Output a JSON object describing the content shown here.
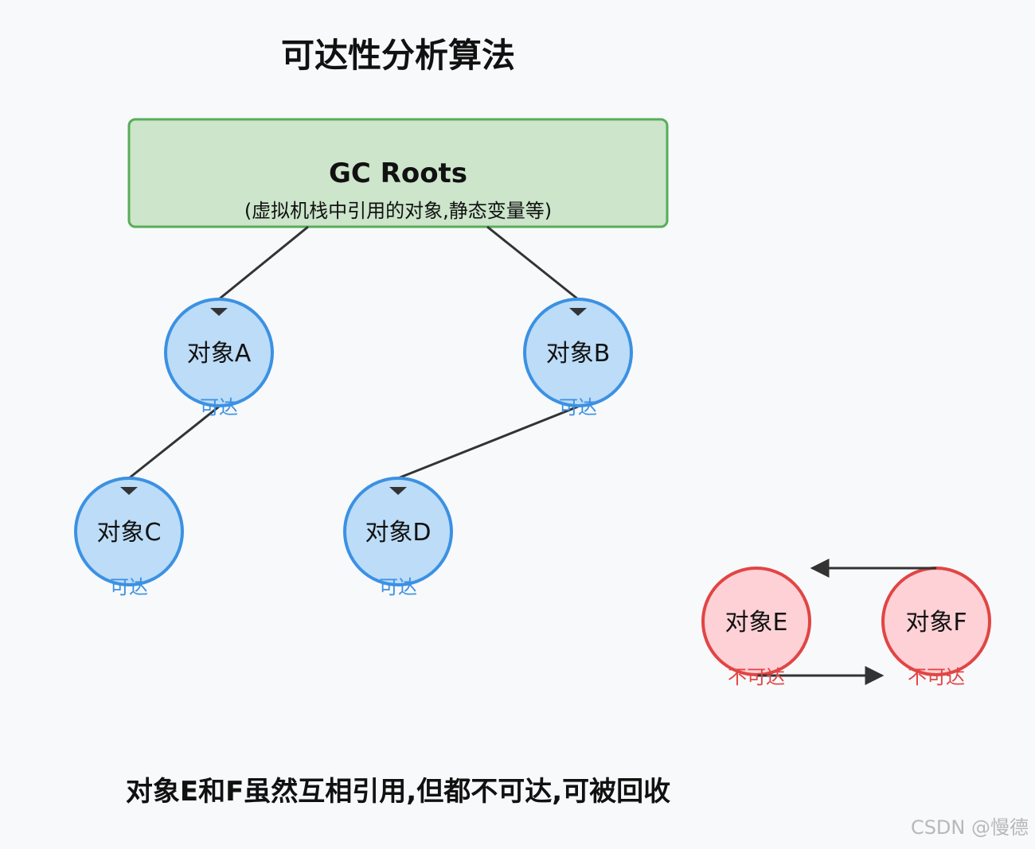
{
  "title": "可达性分析算法",
  "gc_roots": {
    "title": "GC Roots",
    "subtitle": "(虚拟机栈中引用的对象,静态变量等)"
  },
  "reachable_status": "可达",
  "unreachable_status": "不可达",
  "objects": {
    "a": {
      "label": "对象A",
      "status": "可达"
    },
    "b": {
      "label": "对象B",
      "status": "可达"
    },
    "c": {
      "label": "对象C",
      "status": "可达"
    },
    "d": {
      "label": "对象D",
      "status": "可达"
    },
    "e": {
      "label": "对象E",
      "status": "不可达"
    },
    "f": {
      "label": "对象F",
      "status": "不可达"
    }
  },
  "edges": [
    {
      "from": "GC Roots",
      "to": "对象A"
    },
    {
      "from": "GC Roots",
      "to": "对象B"
    },
    {
      "from": "对象A",
      "to": "对象C"
    },
    {
      "from": "对象B",
      "to": "对象D"
    },
    {
      "from": "对象E",
      "to": "对象F"
    },
    {
      "from": "对象F",
      "to": "对象E"
    }
  ],
  "caption": "对象E和F虽然互相引用,但都不可达,可被回收",
  "watermark": "CSDN @慢德",
  "colors": {
    "root_fill": "#cce5cb",
    "root_stroke": "#57ad57",
    "reachable_fill": "#bcdcf7",
    "reachable_stroke": "#3b91e3",
    "reachable_text": "#3b91e3",
    "unreachable_fill": "#fdd1d5",
    "unreachable_stroke": "#e14545",
    "unreachable_text": "#e14545",
    "edge": "#333333",
    "background": "#f8f9fb"
  }
}
